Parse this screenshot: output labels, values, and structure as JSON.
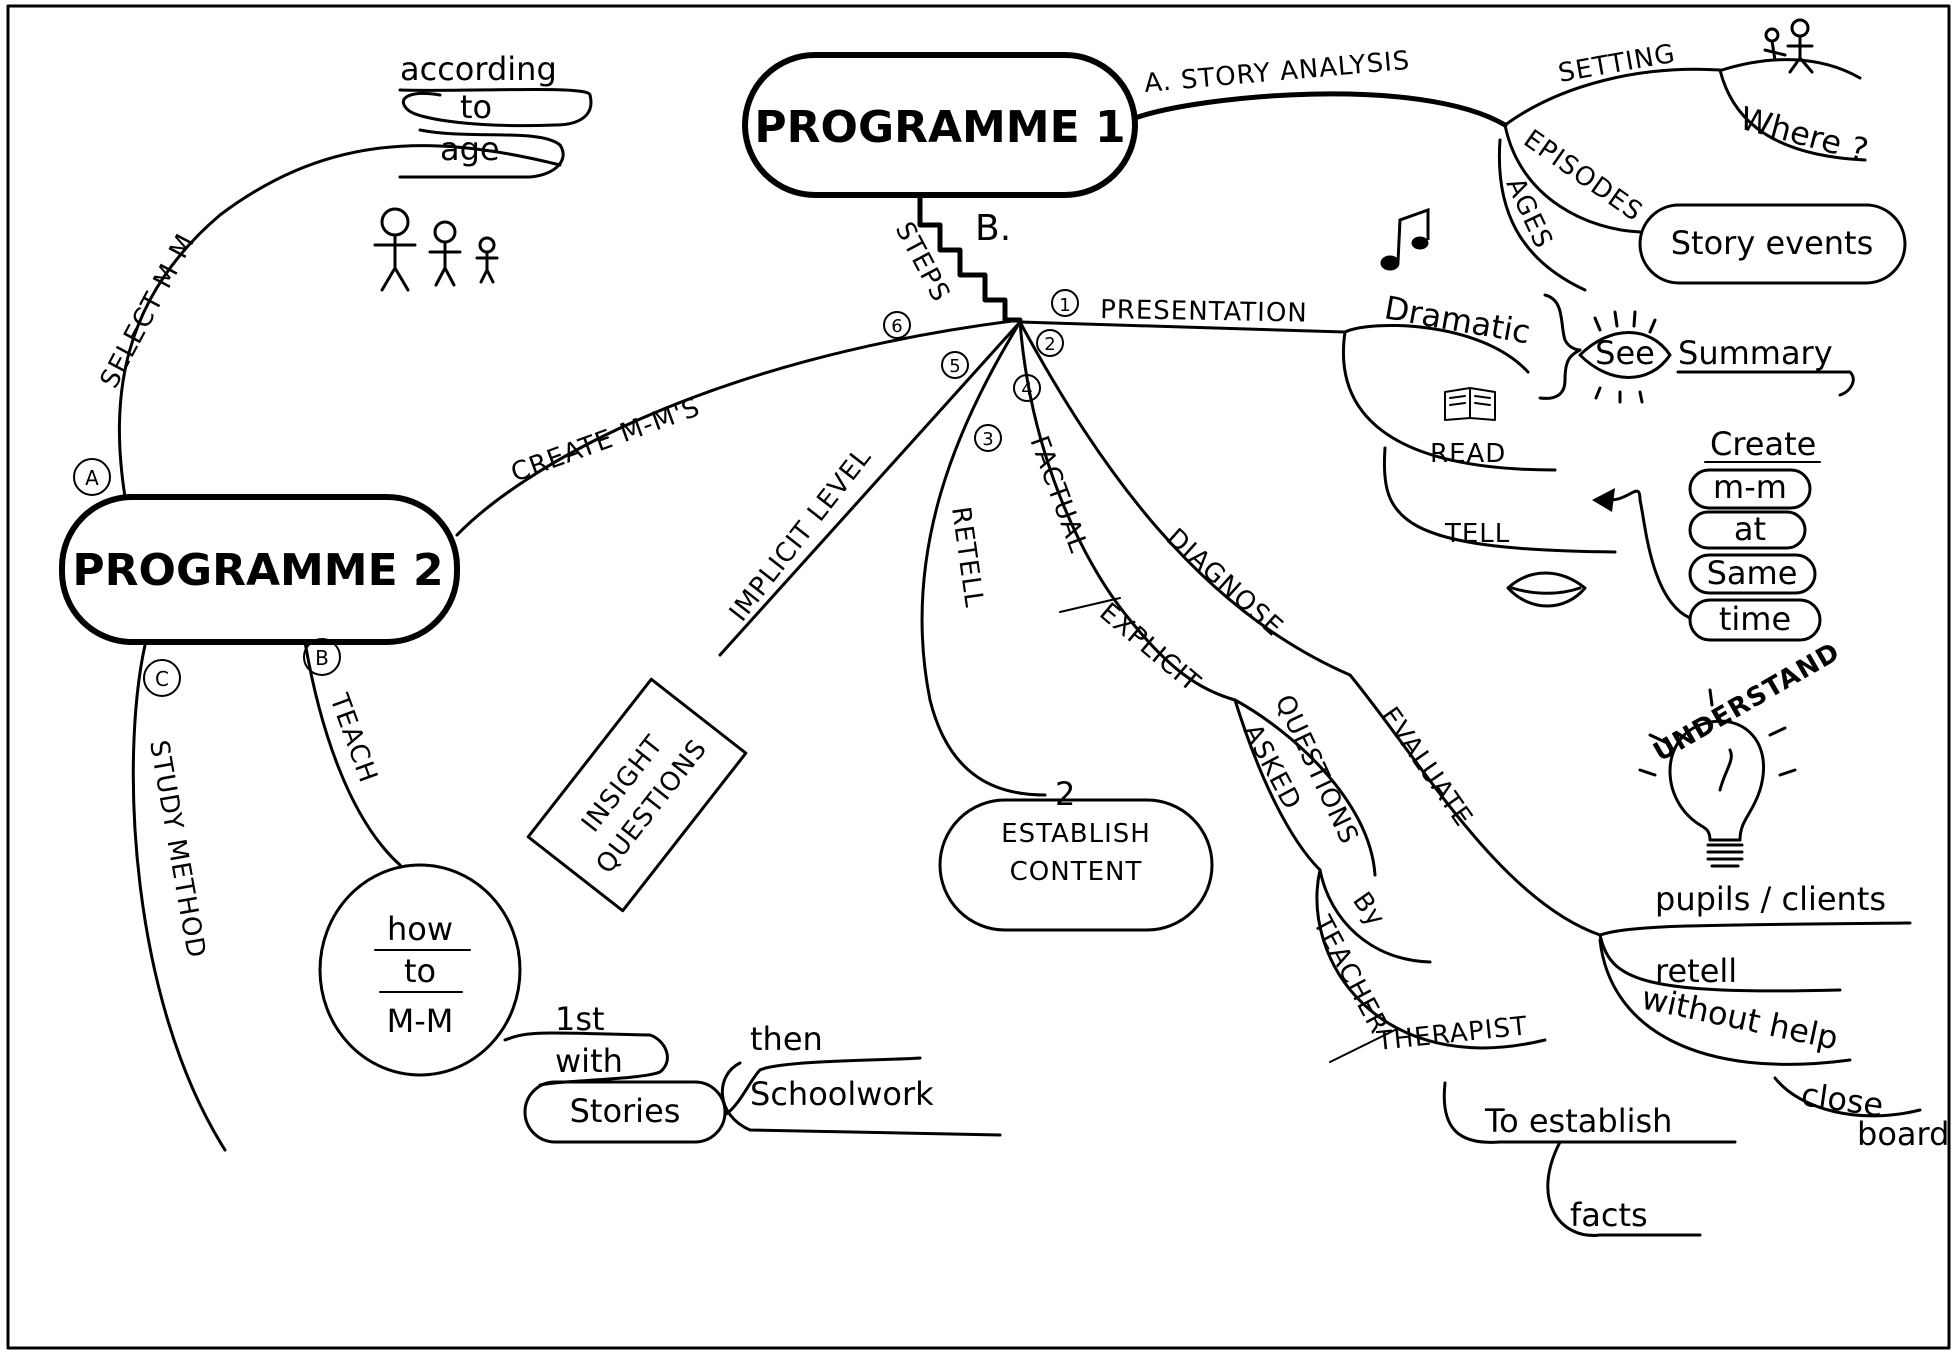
{
  "nodes": {
    "programme1": "PROGRAMME 1",
    "programme2": "PROGRAMME 2"
  },
  "branches": {
    "story_analysis": "A. STORY ANALYSIS",
    "setting": "SETTING",
    "where": "Where ?",
    "episodes": "EPISODES",
    "ages": "AGES",
    "story_events": "Story events",
    "steps_letter": "B.",
    "steps": "STEPS",
    "presentation": "PRESENTATION",
    "dramatic": "Dramatic",
    "see": "See",
    "summary": "Summary",
    "read": "READ",
    "tell": "TELL",
    "create": "Create",
    "mm": "m-m",
    "at": "at",
    "same": "Same",
    "time": "time",
    "create_mms": "CREATE M-M'S",
    "implicit_level": "IMPLICIT LEVEL",
    "insight_questions_1": "INSIGHT",
    "insight_questions_2": "QUESTIONS",
    "retell": "RETELL",
    "establish_num": "2",
    "establish_1": "ESTABLISH",
    "establish_2": "CONTENT",
    "factual": "FACTUAL",
    "explicit": "EXPLICIT",
    "questions": "QUESTIONS",
    "asked": "ASKED",
    "by": "By",
    "teacher": "TEACHER",
    "therapist": "THERAPIST",
    "to_establish": "To establish",
    "facts": "facts",
    "diagnose": "DIAGNOSE",
    "evaluate": "EVALUATE",
    "understand": "UNDERSTAND",
    "pupils_clients": "pupils / clients",
    "retell_lower": "retell",
    "without_help": "without help",
    "close": "close",
    "board": "board",
    "select_mm": "SELECT M-M",
    "according": "according",
    "to": "to",
    "age": "age",
    "teach": "TEACH",
    "how": "how",
    "to_2": "to",
    "mm_caps": "M-M",
    "first": "1st",
    "with": "with",
    "stories": "Stories",
    "then": "then",
    "schoolwork": "Schoolwork",
    "study_method": "STUDY METHOD"
  },
  "step_markers": [
    "1",
    "2",
    "3",
    "4",
    "5",
    "6"
  ],
  "letter_markers": [
    "A",
    "B",
    "C"
  ],
  "icons": [
    "music-note-icon",
    "eye-icon",
    "book-icon",
    "mouth-icon",
    "lightbulb-icon",
    "stick-figures-icon"
  ]
}
